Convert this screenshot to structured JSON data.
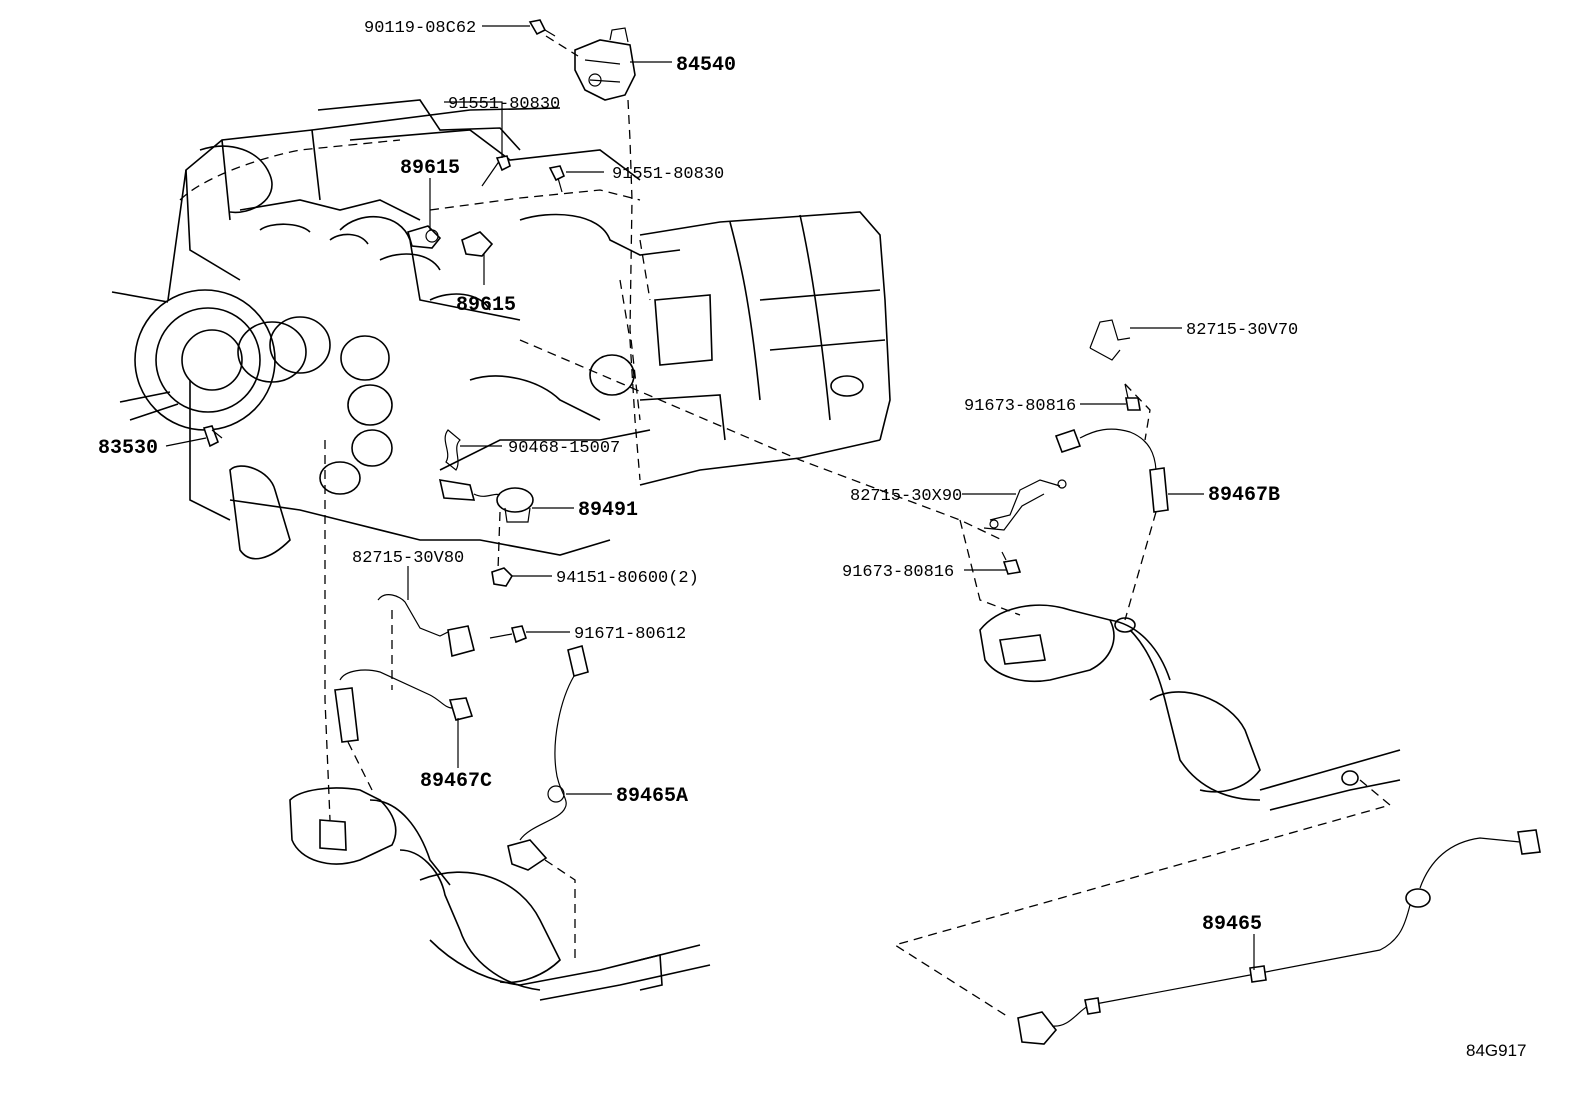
{
  "labels": {
    "p90119": "90119-08C62",
    "p84540": "84540",
    "p91551a": "91551-80830",
    "p91551b": "91551-80830",
    "p89615a": "89615",
    "p89615b": "89615",
    "p82715_30V70": "82715-30V70",
    "p91673_a": "91673-80816",
    "p83530": "83530",
    "p90468": "90468-15007",
    "p89491": "89491",
    "p89467B": "89467B",
    "p82715_30X90": "82715-30X90",
    "p82715_30V80": "82715-30V80",
    "p94151": "94151-80600(2)",
    "p91673_b": "91673-80816",
    "p91671": "91671-80612",
    "p89467C": "89467C",
    "p89465A": "89465A",
    "p89465": "89465"
  },
  "diagram_id": "84G917"
}
